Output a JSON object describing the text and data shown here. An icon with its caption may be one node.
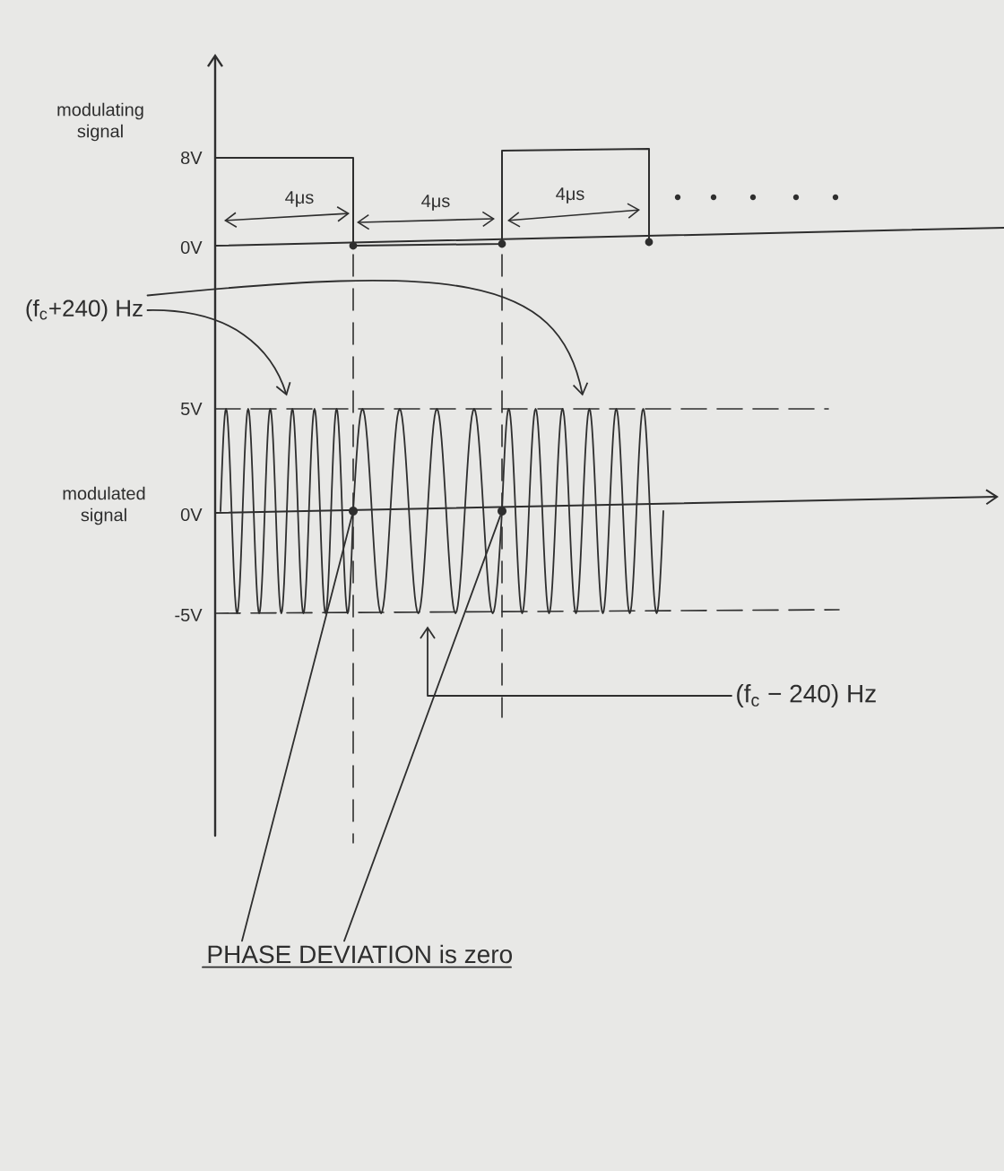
{
  "diagram": {
    "nodes": [
      {
        "text": [
          "(f$_{c}$+240) Hz"
        ]
      },
      {
        "text": [],
        "shape": "picture"
      },
      {
        "text": [],
        "shape": "picture"
      },
      {
        "text": [],
        "shape": "picture"
      },
      {
        "text": [],
        "shape": "circle"
      },
      {
        "text": [],
        "shape": "circle"
      },
      {
        "text": [
          "(f$_{c}$ − 240) Hz"
        ]
      },
      {
        "text": [
          "PHASE DEVIATION is zero"
        ]
      }
    ],
    "edges": [
      {
        "from": 0,
        "to": 1,
        "arrow": "to"
      },
      {
        "from": 0,
        "to": 3,
        "arrow": "to"
      },
      {
        "from": 6,
        "to": 2,
        "arrow": "to"
      },
      {
        "from": 7,
        "to": 4,
        "arrow": "none"
      },
      {
        "from": 7,
        "to": 5,
        "arrow": "none"
      }
    ],
    "labels": [
      "modulating signal",
      "8V",
      "4μs",
      "4μs",
      "4μs",
      "0V",
      "5V",
      "modulated signal",
      "0V",
      "-5V"
    ]
  }
}
